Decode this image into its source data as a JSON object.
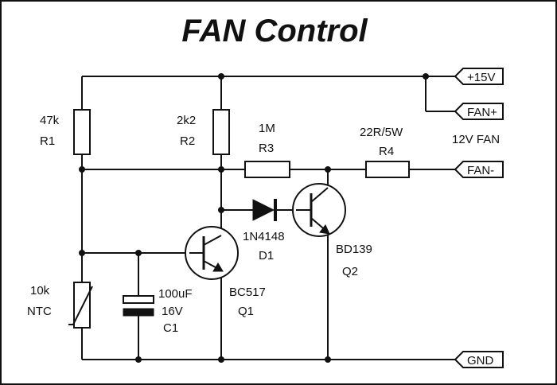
{
  "title": "FAN Control",
  "ports": {
    "vplus": "+15V",
    "fan_plus": "FAN+",
    "fan_minus": "FAN-",
    "gnd": "GND"
  },
  "fan_label": "12V FAN",
  "components": {
    "r1": {
      "value": "47k",
      "ref": "R1"
    },
    "r2": {
      "value": "2k2",
      "ref": "R2"
    },
    "r3": {
      "value": "1M",
      "ref": "R3"
    },
    "r4": {
      "value": "22R/5W",
      "ref": "R4"
    },
    "d1": {
      "value": "1N4148",
      "ref": "D1"
    },
    "q1": {
      "value": "BC517",
      "ref": "Q1"
    },
    "q2": {
      "value": "BD139",
      "ref": "Q2"
    },
    "c1": {
      "value": "100uF",
      "voltage": "16V",
      "ref": "C1"
    },
    "ntc": {
      "value": "10k",
      "ref": "NTC"
    }
  }
}
